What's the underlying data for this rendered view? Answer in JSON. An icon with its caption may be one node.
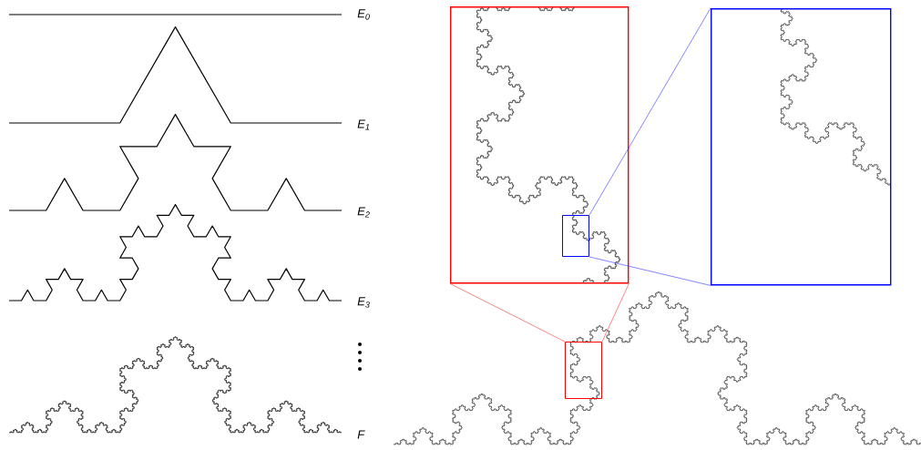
{
  "diagram": {
    "nodes": [
      {
        "text": [],
        "shape": "box"
      },
      {
        "text": [],
        "shape": "box",
        "in": 0
      },
      {
        "text": [],
        "shape": "box"
      },
      {
        "text": [],
        "shape": "box"
      }
    ],
    "edges": [
      {
        "from": 3,
        "to": 0,
        "arrow": "none",
        "color": "#ff3333"
      },
      {
        "from": 3,
        "to": 0,
        "arrow": "none",
        "color": "#ff3333"
      },
      {
        "from": 1,
        "to": 2,
        "arrow": "none",
        "color": "#3333ff"
      },
      {
        "from": 1,
        "to": 2,
        "arrow": "none",
        "color": "#3333ff"
      }
    ],
    "labels": [
      "E$_{0}$",
      "E$_{1}$",
      "E$_{2}$",
      "E$_{3}$",
      "F"
    ]
  }
}
